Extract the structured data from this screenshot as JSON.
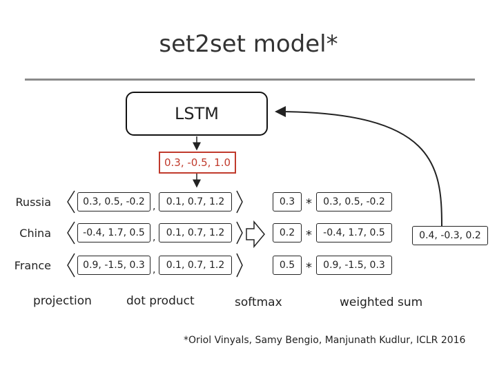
{
  "title": "set2set model*",
  "lstm_label": "LSTM",
  "query_vector": "0.3, -0.5, 1.0",
  "rows": [
    {
      "label": "Russia",
      "projection": "0.3, 0.5, -0.2",
      "dot": "0.1, 0.7, 1.2",
      "softmax": "0.3",
      "weighted": "0.3, 0.5, -0.2"
    },
    {
      "label": "China",
      "projection": "-0.4, 1.7, 0.5",
      "dot": "0.1, 0.7, 1.2",
      "softmax": "0.2",
      "weighted": "-0.4, 1.7, 0.5"
    },
    {
      "label": "France",
      "projection": "0.9, -1.5, 0.3",
      "dot": "0.1, 0.7, 1.2",
      "softmax": "0.5",
      "weighted": "0.9, -1.5, 0.3"
    }
  ],
  "separator": ",",
  "multiply_symbol": "*",
  "result_vector": "0.4, -0.3, 0.2",
  "captions": {
    "projection": "projection",
    "dot_product": "dot product",
    "softmax": "softmax",
    "weighted_sum": "weighted sum"
  },
  "citation": "*Oriol Vinyals, Samy Bengio, Manjunath Kudlur, ICLR 2016"
}
